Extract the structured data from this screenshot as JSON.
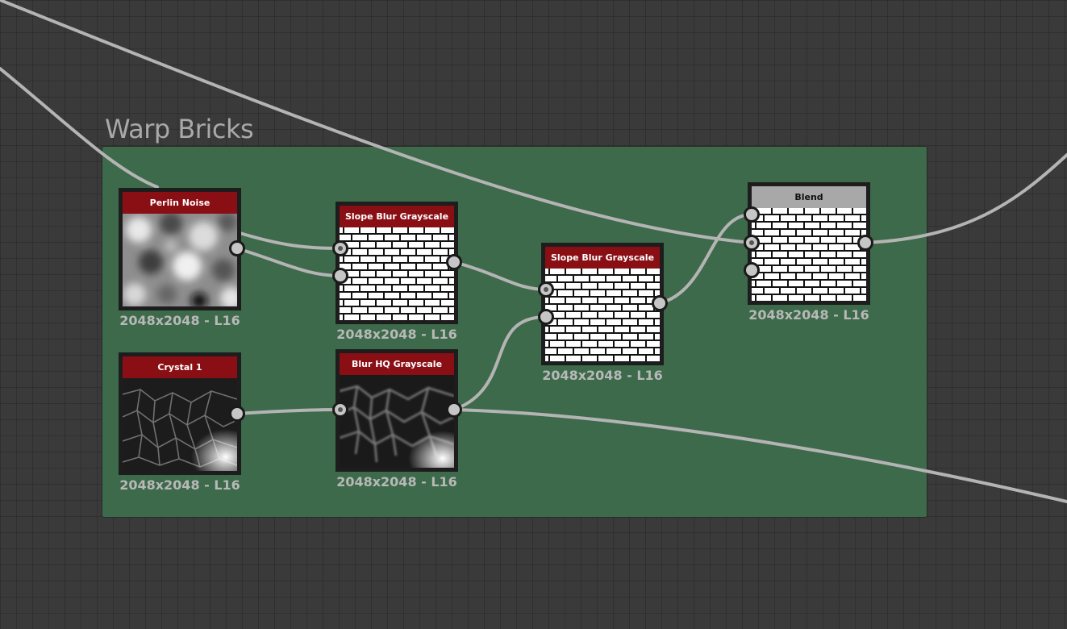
{
  "frame": {
    "title": "Warp Bricks"
  },
  "nodes": {
    "perlin": {
      "title": "Perlin Noise",
      "resolution": "2048x2048 - L16"
    },
    "crystal": {
      "title": "Crystal 1",
      "resolution": "2048x2048 - L16"
    },
    "slope1": {
      "title": "Slope Blur Grayscale",
      "resolution": "2048x2048 - L16"
    },
    "blurhq": {
      "title": "Blur HQ Grayscale",
      "resolution": "2048x2048 - L16"
    },
    "slope2": {
      "title": "Slope Blur Grayscale",
      "resolution": "2048x2048 - L16"
    },
    "blend": {
      "title": "Blend",
      "resolution": "2048x2048 - L16"
    }
  },
  "colors": {
    "canvas": "#3a3a3a",
    "frame": "#3d6a4a",
    "node_header": "#8a0f15",
    "blend_header": "#a8a8a8",
    "wire": "#b4b4b4"
  }
}
